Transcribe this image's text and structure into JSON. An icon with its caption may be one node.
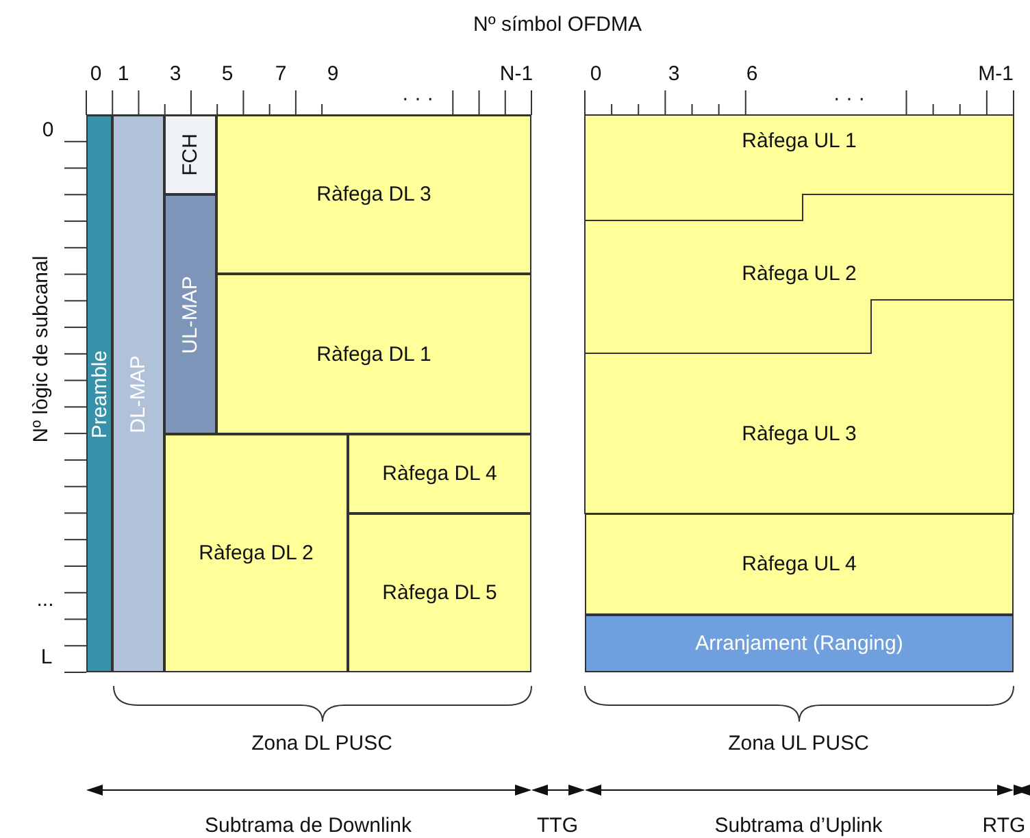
{
  "diagram": {
    "nodes": [
      {
        "text": [
          "Preamble"
        ]
      },
      {
        "text": [
          "DL-MAP"
        ]
      },
      {
        "text": [
          "FCH"
        ]
      },
      {
        "text": [
          "UL-MAP"
        ]
      },
      {
        "text": [
          "Ràfega DL 3"
        ]
      },
      {
        "text": [
          "Ràfega DL 1"
        ]
      },
      {
        "text": [
          "Ràfega DL 2"
        ]
      },
      {
        "text": [
          "Ràfega DL 4"
        ]
      },
      {
        "text": [
          "Ràfega DL 5"
        ]
      },
      {
        "text": [
          "Ràfega UL 1"
        ]
      },
      {
        "text": [
          "Ràfega UL 2"
        ]
      },
      {
        "text": [
          "Ràfega UL 3"
        ]
      },
      {
        "text": [
          "Ràfega UL 4"
        ]
      },
      {
        "text": [
          "Arranjament  (Ranging)"
        ]
      }
    ],
    "edges": [],
    "labels": [
      "Nº símbol OFDMA",
      "0",
      "1",
      "3",
      "5",
      "7",
      "9",
      "· · ·",
      "N-1",
      "0",
      "3",
      "6",
      "· · ·",
      "M-1",
      "0",
      "Nº lògic de subcanal",
      "...",
      "L",
      "Zona DL PUSC",
      "Zona UL PUSC",
      "Subtrama de Downlink",
      "TTG",
      "Subtrama d’Uplink",
      "RTG"
    ]
  }
}
